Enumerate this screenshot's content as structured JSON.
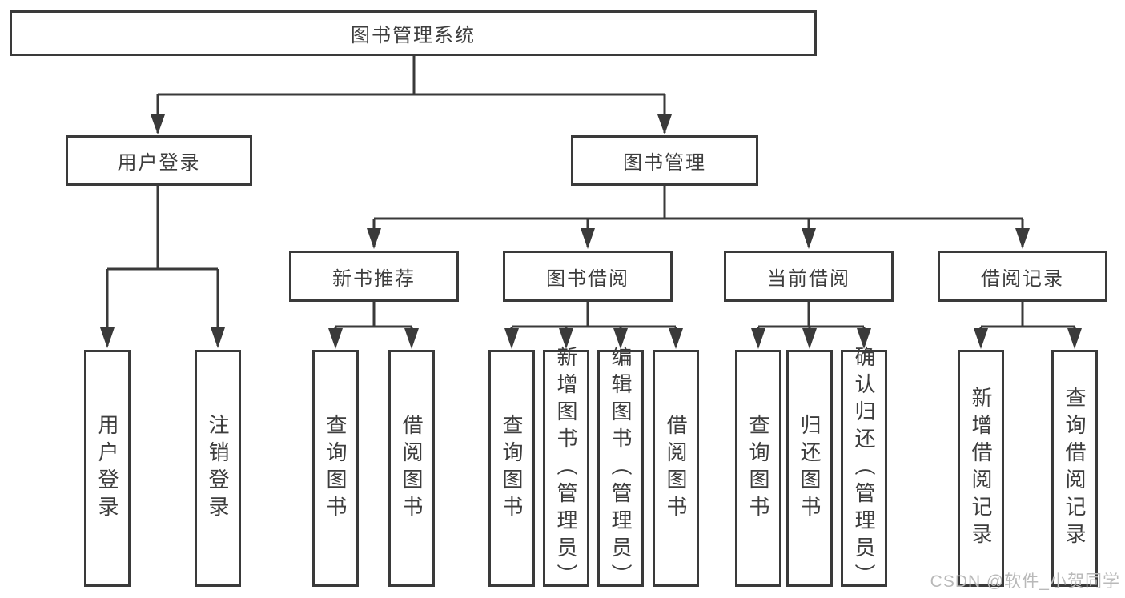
{
  "diagram": {
    "root": {
      "label": "图书管理系统"
    },
    "level2": [
      {
        "label": "用户登录"
      },
      {
        "label": "图书管理"
      }
    ],
    "level3": [
      {
        "label": "新书推荐"
      },
      {
        "label": "图书借阅"
      },
      {
        "label": "当前借阅"
      },
      {
        "label": "借阅记录"
      }
    ],
    "leaves": [
      {
        "label": "用户登录"
      },
      {
        "label": "注销登录"
      },
      {
        "label": "查询图书"
      },
      {
        "label": "借阅图书"
      },
      {
        "label": "查询图书"
      },
      {
        "label": "新增图书（管理员）"
      },
      {
        "label": "编辑图书（管理员）"
      },
      {
        "label": "借阅图书"
      },
      {
        "label": "查询图书"
      },
      {
        "label": "归还图书"
      },
      {
        "label": "确认归还（管理员）"
      },
      {
        "label": "新增借阅记录"
      },
      {
        "label": "查询借阅记录"
      }
    ]
  },
  "watermark": {
    "text": "CSDN @软件_小贺同学"
  },
  "colors": {
    "line": "#3a3a3a",
    "text": "#3d3d3d",
    "background": "#ffffff",
    "watermark": "#b9b9b9"
  }
}
